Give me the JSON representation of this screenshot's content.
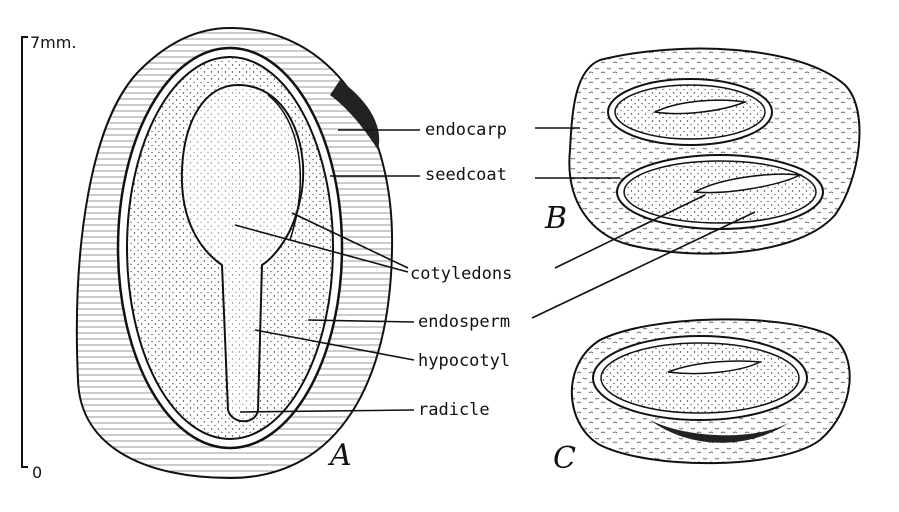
{
  "scale": {
    "top_label": "7mm.",
    "bottom_label": "0"
  },
  "labels": {
    "endocarp": "endocarp",
    "seedcoat": "seedcoat",
    "cotyledons": "cotyledons",
    "endosperm": "endosperm",
    "hypocotyl": "hypocotyl",
    "radicle": "radicle"
  },
  "figures": {
    "a": "A",
    "b": "B",
    "c": "C"
  }
}
